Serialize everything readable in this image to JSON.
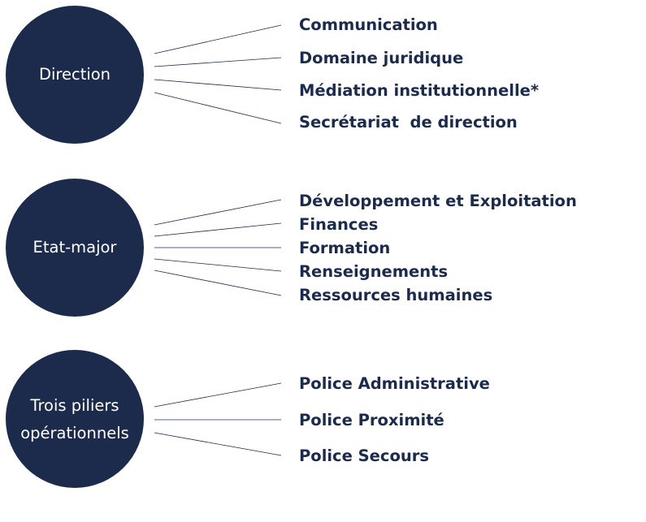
{
  "colors": {
    "node_fill": "#1c2b4b",
    "node_text": "#ffffff",
    "item_text": "#1c2b4b",
    "connector": "#1c2b4b"
  },
  "groups": [
    {
      "label_lines": [
        "Direction"
      ],
      "items": [
        "Communication",
        "Domaine juridique",
        "Médiation institutionnelle*",
        "Secrétariat  de direction"
      ]
    },
    {
      "label_lines": [
        "Etat-major"
      ],
      "items": [
        "Développement et Exploitation",
        "Finances",
        "Formation",
        "Renseignements",
        "Ressources humaines"
      ]
    },
    {
      "label_lines": [
        "Trois piliers",
        "opérationnels"
      ],
      "items": [
        "Police Administrative",
        "Police Proximité",
        "Police Secours"
      ]
    }
  ]
}
